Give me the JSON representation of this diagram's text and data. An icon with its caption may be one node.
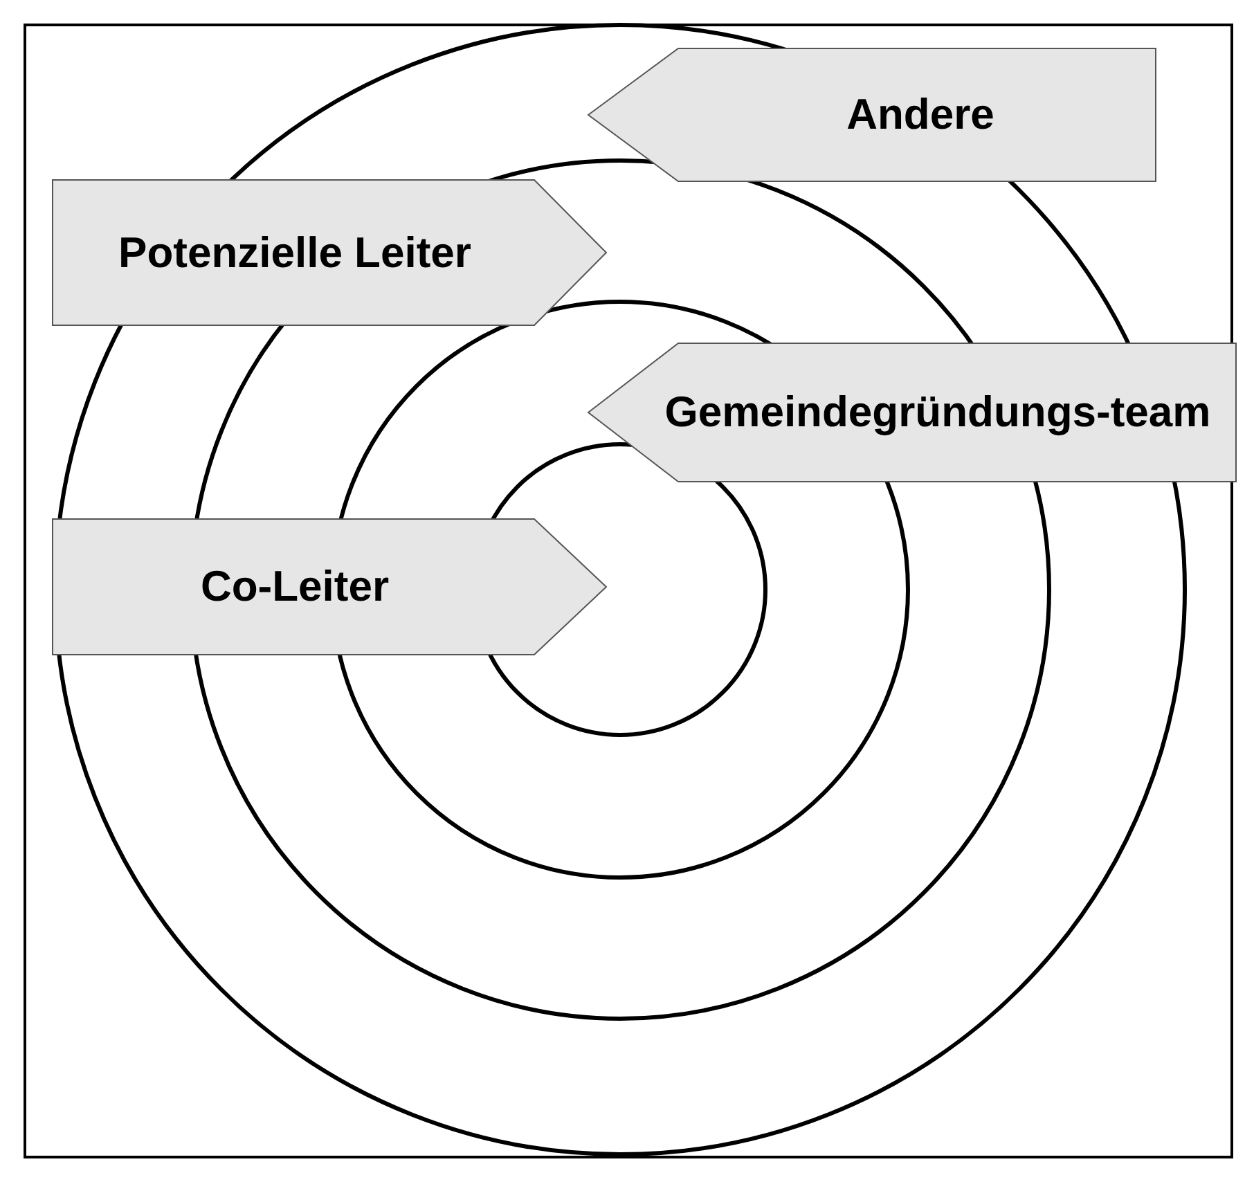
{
  "diagram": {
    "nodes": [
      {
        "text": [
          "Andere"
        ]
      },
      {
        "text": [
          "Potenzielle Leiter"
        ]
      },
      {
        "text": [
          "Gemeindegründungs-team"
        ]
      },
      {
        "text": [
          "Co-Leiter"
        ]
      }
    ]
  }
}
